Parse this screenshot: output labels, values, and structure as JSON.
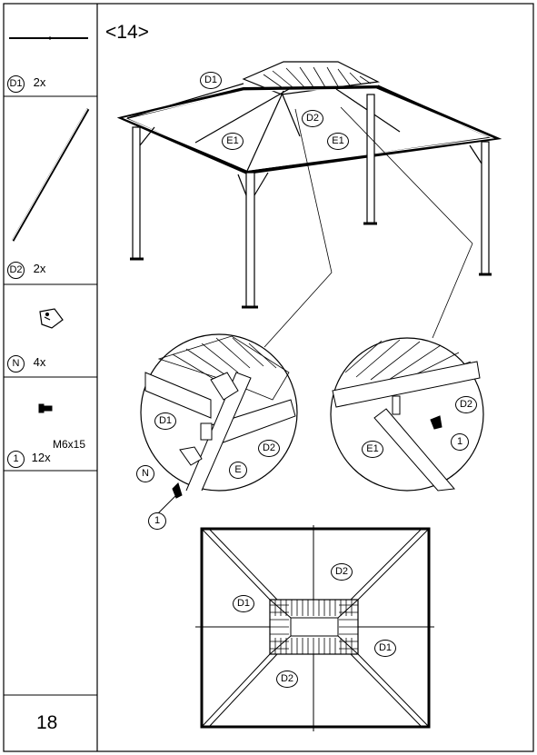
{
  "step": {
    "title": "<14>"
  },
  "page_number": "18",
  "parts": [
    {
      "code": "D1",
      "qty": "2x"
    },
    {
      "code": "D2",
      "qty": "2x"
    },
    {
      "code": "N",
      "qty": "4x"
    },
    {
      "code": "1",
      "qty": "12x",
      "spec": "M6x15"
    }
  ],
  "callouts": {
    "main": [
      "D1",
      "D2",
      "E1",
      "E1"
    ],
    "detail_left": [
      "D1",
      "D2",
      "N",
      "E",
      "1"
    ],
    "detail_right": [
      "D2",
      "1",
      "E1"
    ],
    "top_view": [
      "D2",
      "D1",
      "D1",
      "D2"
    ]
  }
}
